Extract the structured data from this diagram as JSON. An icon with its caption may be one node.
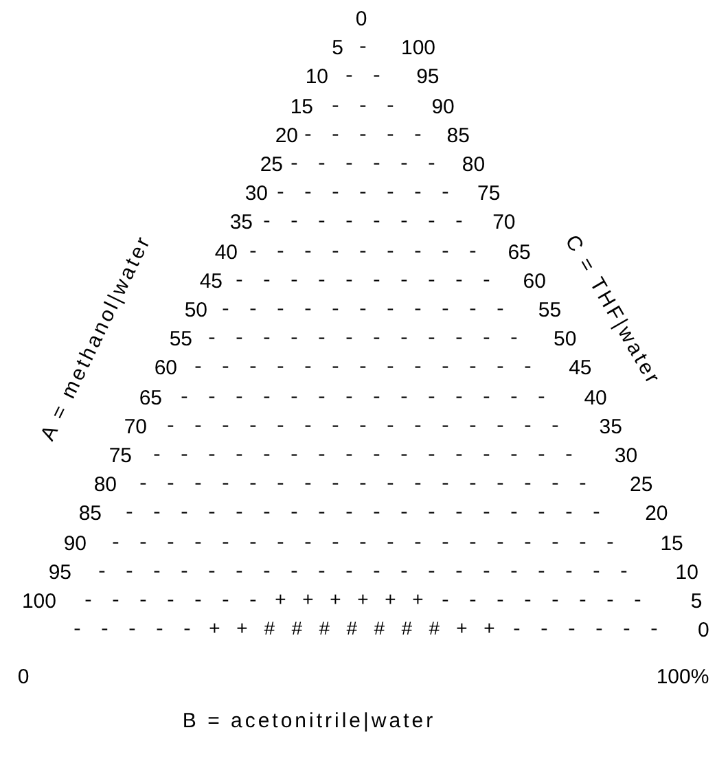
{
  "diagram": {
    "labels": [
      "0",
      "5",
      "-",
      "100",
      "10",
      "- -",
      "95",
      "15",
      "- - -",
      "90",
      "20",
      "- - - - -",
      "85",
      "25",
      "- - - - - -",
      "80",
      "30",
      "- - - - - - -",
      "75",
      "35",
      "- - - - - - - -",
      "70",
      "40",
      "- - - - - - - - -",
      "65",
      "45",
      "- - - - - - - - - -",
      "60",
      "50",
      "- - - - - - - - - - -",
      "55",
      "55",
      "- - - - - - - - - - - -",
      "50",
      "60",
      "- - - - - - - - - - - - -",
      "45",
      "65",
      "- - - - - - - - - - - - - -",
      "40",
      "70",
      "- - - - - - - - - - - - - - -",
      "35",
      "75",
      "- - - - - - - - - - - - - - - -",
      "30",
      "80",
      "- - - - - - - - - - - - - - - - -",
      "25",
      "85",
      "- - - - - - - - - - - - - - - - - -",
      "20",
      "90",
      "- - - - - - - - - - - - - - - - - - -",
      "15",
      "95",
      "- - - - - - - - - - - - - - - - - - - -",
      "10",
      "100",
      "- - - - - - - + + + + + + - - - - - - - -",
      "5",
      "- - - - - + + # # # # # # # + + - - - - - -",
      "0",
      "0",
      "100%",
      "A = methanol|water",
      "C = THF|water",
      "B = acetonitrile|water"
    ]
  }
}
